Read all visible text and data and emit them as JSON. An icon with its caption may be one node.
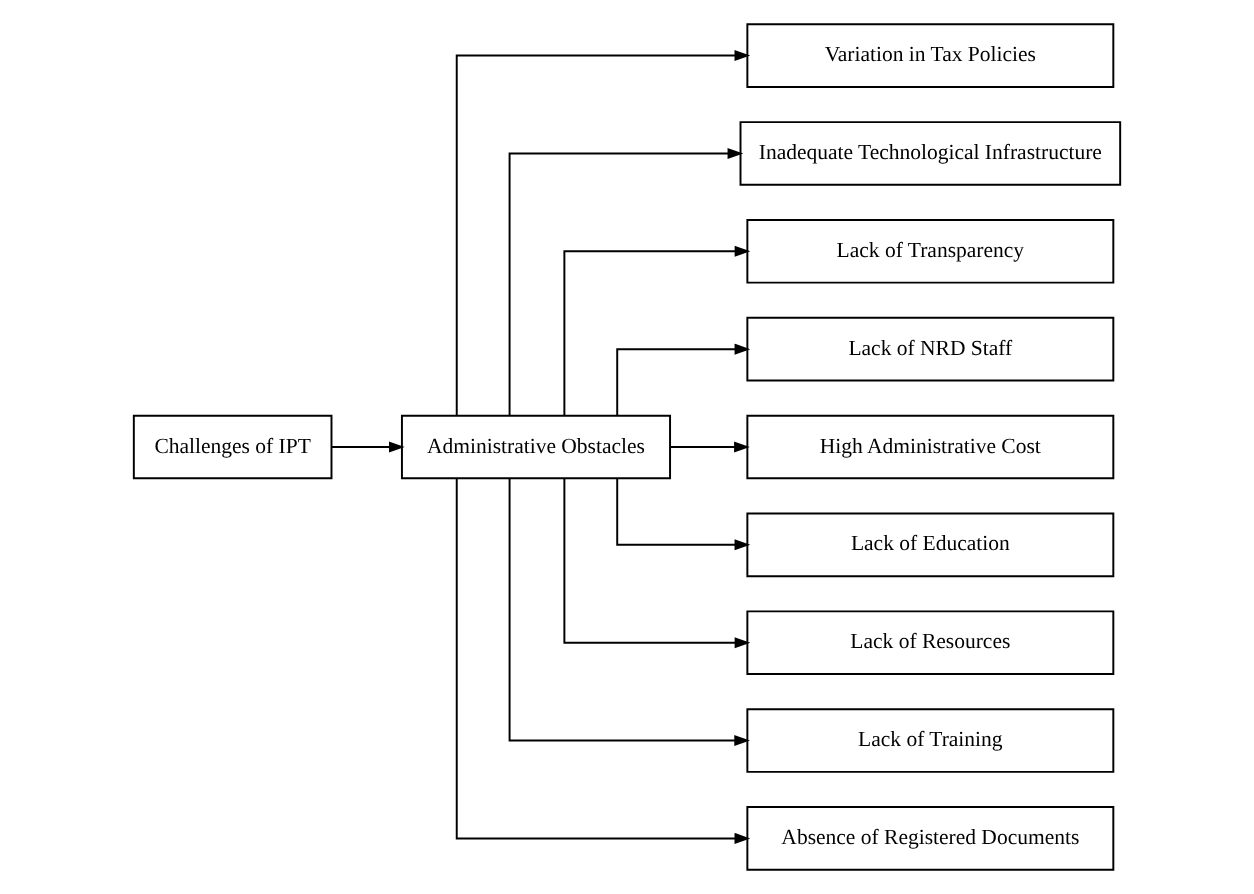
{
  "diagram": {
    "nodes": [
      {
        "text": [
          "Challenges of IPT"
        ]
      },
      {
        "text": [
          "Administrative Obstacles"
        ]
      },
      {
        "text": [
          "Variation in Tax Policies"
        ]
      },
      {
        "text": [
          "Inadequate Technological Infrastructure"
        ]
      },
      {
        "text": [
          "Lack of Transparency"
        ]
      },
      {
        "text": [
          "Lack of NRD Staff"
        ]
      },
      {
        "text": [
          "High Administrative Cost"
        ]
      },
      {
        "text": [
          "Lack of Education"
        ]
      },
      {
        "text": [
          "Lack of Resources"
        ]
      },
      {
        "text": [
          "Lack of Training"
        ]
      },
      {
        "text": [
          "Absence of Registered Documents"
        ]
      }
    ],
    "edges": [
      {
        "from": 0,
        "to": 1,
        "arrow": "to"
      },
      {
        "from": 1,
        "to": 2,
        "arrow": "to"
      },
      {
        "from": 1,
        "to": 3,
        "arrow": "to"
      },
      {
        "from": 1,
        "to": 4,
        "arrow": "to"
      },
      {
        "from": 1,
        "to": 5,
        "arrow": "to"
      },
      {
        "from": 1,
        "to": 6,
        "arrow": "to"
      },
      {
        "from": 1,
        "to": 7,
        "arrow": "to"
      },
      {
        "from": 1,
        "to": 8,
        "arrow": "to"
      },
      {
        "from": 1,
        "to": 9,
        "arrow": "to"
      },
      {
        "from": 1,
        "to": 10,
        "arrow": "to"
      }
    ]
  }
}
